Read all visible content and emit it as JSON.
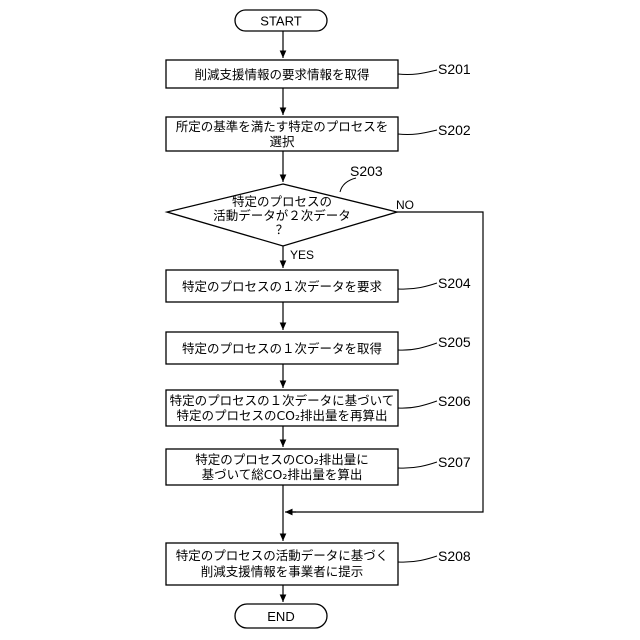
{
  "terminals": {
    "start": "START",
    "end": "END"
  },
  "steps": [
    {
      "id": "S201",
      "lines": [
        "削減支援情報の要求情報を取得"
      ]
    },
    {
      "id": "S202",
      "lines": [
        "所定の基準を満たす特定のプロセスを",
        "選択"
      ]
    },
    {
      "id": "S203",
      "lines": [
        "特定のプロセスの",
        "活動データが２次データ",
        "？"
      ]
    },
    {
      "id": "S204",
      "lines": [
        "特定のプロセスの１次データを要求"
      ]
    },
    {
      "id": "S205",
      "lines": [
        "特定のプロセスの１次データを取得"
      ]
    },
    {
      "id": "S206",
      "lines": [
        "特定のプロセスの１次データに基づいて",
        "特定のプロセスのCO₂排出量を再算出"
      ]
    },
    {
      "id": "S207",
      "lines": [
        "特定のプロセスのCO₂排出量に",
        "基づいて総CO₂排出量を算出"
      ]
    },
    {
      "id": "S208",
      "lines": [
        "特定のプロセスの活動データに基づく",
        "削減支援情報を事業者に提示"
      ]
    }
  ],
  "branches": {
    "yes": "YES",
    "no": "NO"
  }
}
